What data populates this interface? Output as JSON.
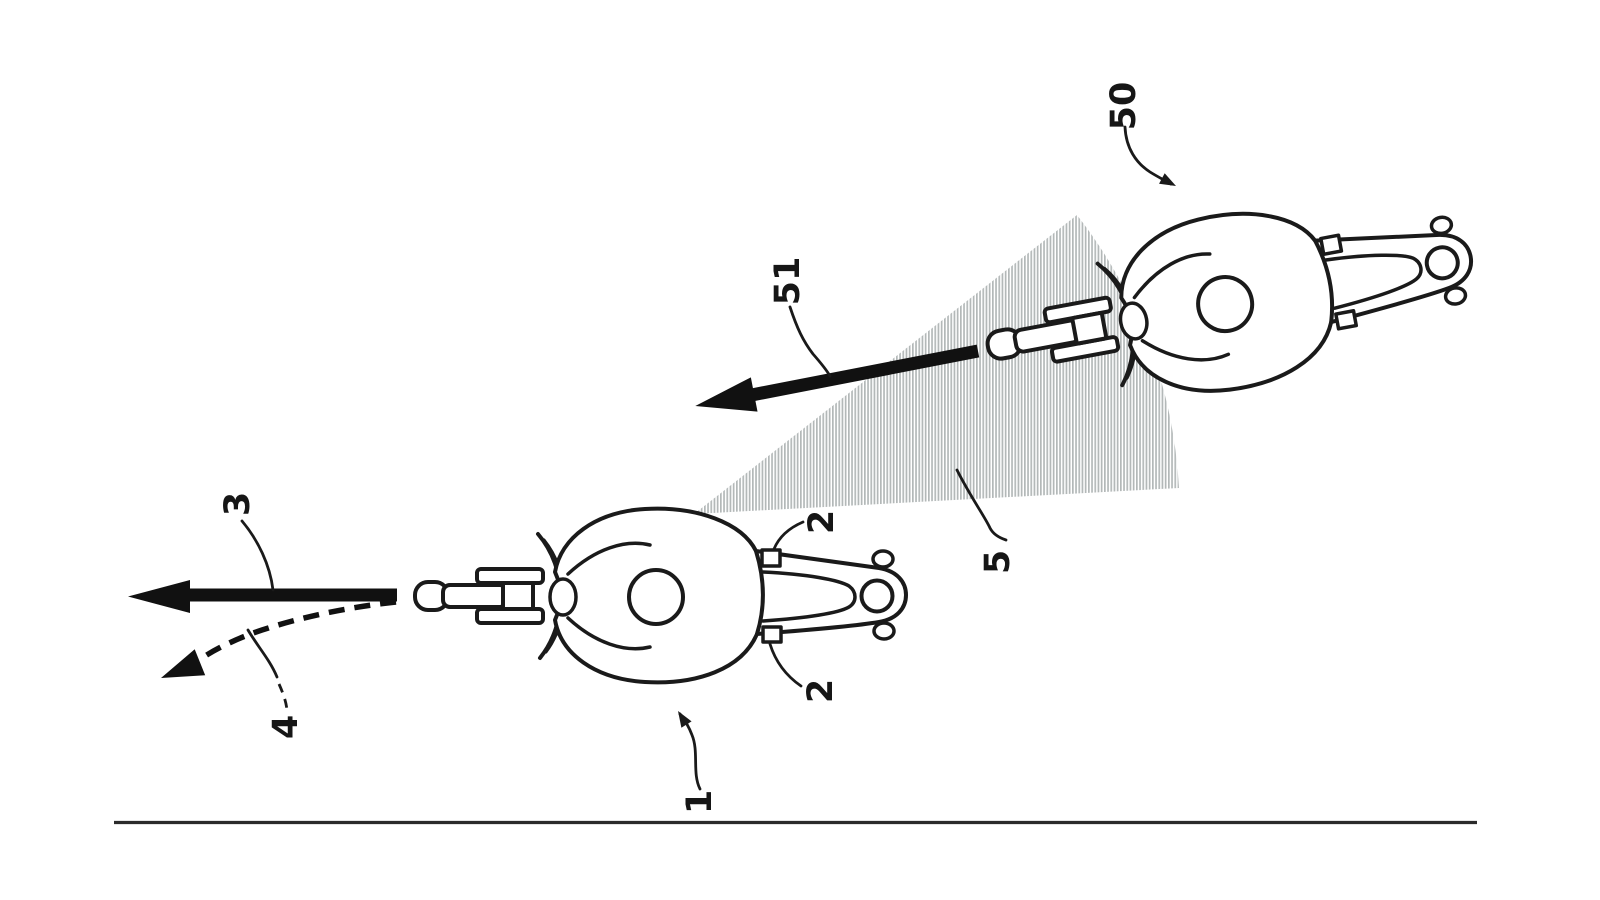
{
  "figure": {
    "background_color": "#ffffff",
    "ink_color": "#1a1a1a",
    "hatch_color": "#b3b8b8",
    "ground_line_color": "#2b2b2b",
    "reference_labels": {
      "host_motorcycle": "1",
      "upper_sensor": "2",
      "lower_sensor": "2",
      "travel_direction_arrow": "3",
      "predicted_path_arrow": "4",
      "detection_area": "5",
      "following_motorcycle": "50",
      "following_travel_arrow": "51"
    }
  }
}
